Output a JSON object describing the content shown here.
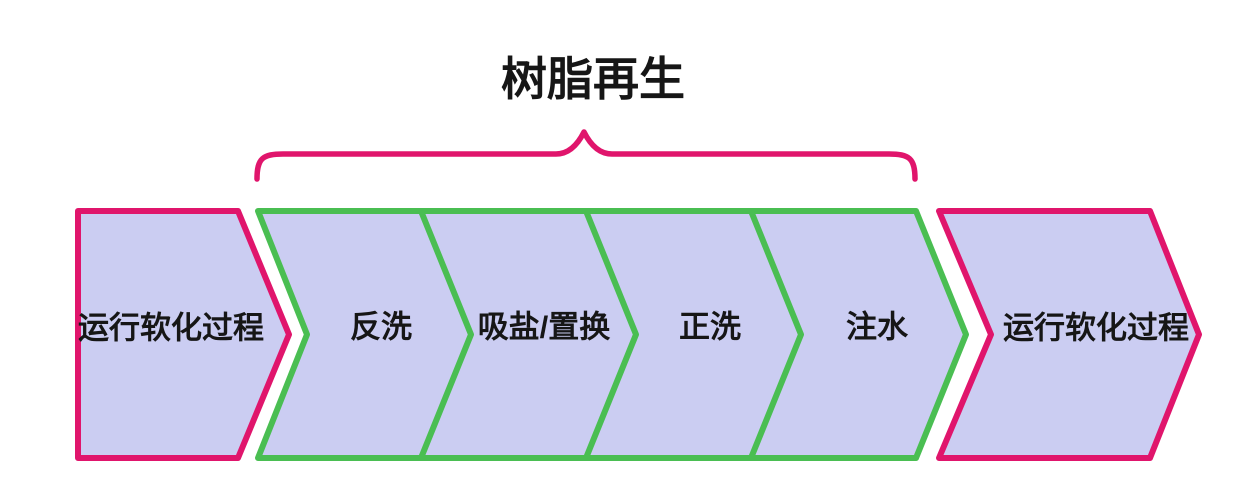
{
  "title": "树脂再生",
  "colors": {
    "pink": "#e0156c",
    "green": "#4abe52",
    "fill": "#cbcdf2",
    "text": "#161616",
    "background": "#ffffff"
  },
  "flow": {
    "start": {
      "label": "运行软化过程"
    },
    "regeneration": {
      "group_label": "树脂再生",
      "steps": [
        {
          "label": "反洗"
        },
        {
          "label": "吸盐/置换"
        },
        {
          "label": "正洗"
        },
        {
          "label": "注水"
        }
      ]
    },
    "end": {
      "label": "运行软化过程"
    }
  }
}
